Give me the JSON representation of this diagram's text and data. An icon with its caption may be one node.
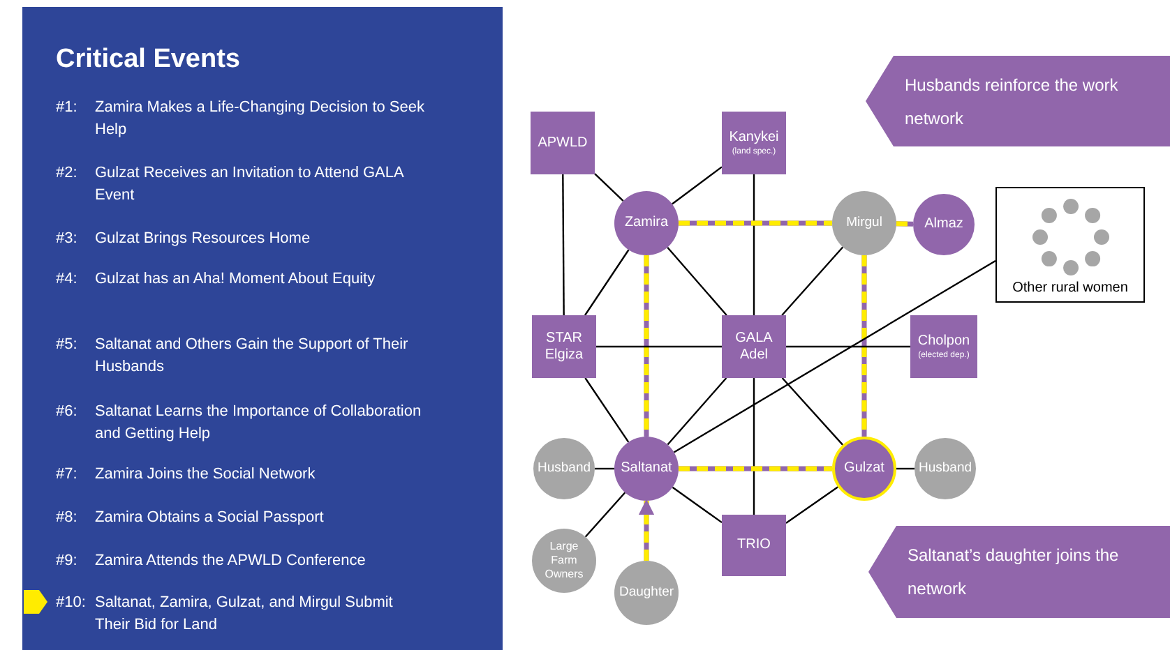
{
  "diagram": {
    "title": "Critical Events",
    "nodes": [
      {
        "text": [
          "Husbands reinforce the work network"
        ]
      },
      {
        "text": [
          "APWLD"
        ]
      },
      {
        "text": [
          "Kanykei",
          "(land spec.)"
        ]
      },
      {
        "text": [
          "Zamira"
        ]
      },
      {
        "text": [
          "Mirgul"
        ]
      },
      {
        "text": [
          "Almaz"
        ]
      },
      {
        "text": [
          "Other rural women"
        ]
      },
      {
        "text": [
          "STAR Elgiza"
        ]
      },
      {
        "text": [
          "GALA Adel"
        ]
      },
      {
        "text": [
          "Cholpon",
          "(elected dep.)"
        ]
      },
      {
        "text": [
          "Husband"
        ]
      },
      {
        "text": [
          "Saltanat"
        ]
      },
      {
        "text": [
          "Gulzat"
        ]
      },
      {
        "text": [
          "Husband"
        ]
      },
      {
        "text": [
          "TRIO"
        ]
      },
      {
        "text": [
          "Large Farm Owners"
        ]
      },
      {
        "text": [
          "Daughter"
        ]
      },
      {
        "text": [
          "Saltanat’s daughter joins the network"
        ]
      }
    ],
    "edges": [
      {
        "from": 1,
        "to": 3,
        "arrow": "none"
      },
      {
        "from": 1,
        "to": 7,
        "arrow": "none"
      },
      {
        "from": 2,
        "to": 3,
        "arrow": "none"
      },
      {
        "from": 2,
        "to": 8,
        "arrow": "none"
      },
      {
        "from": 3,
        "to": 4,
        "arrow": "none",
        "style": "dashed",
        "color": "#ffec00"
      },
      {
        "from": 3,
        "to": 7,
        "arrow": "none"
      },
      {
        "from": 3,
        "to": 8,
        "arrow": "none"
      },
      {
        "from": 3,
        "to": 11,
        "arrow": "none",
        "style": "dashed",
        "color": "#ffec00"
      },
      {
        "from": 4,
        "to": 5,
        "arrow": "none",
        "style": "dashed",
        "color": "#ffec00"
      },
      {
        "from": 4,
        "to": 8,
        "arrow": "none"
      },
      {
        "from": 4,
        "to": 12,
        "arrow": "none",
        "style": "dashed",
        "color": "#ffec00"
      },
      {
        "from": 6,
        "to": 11,
        "arrow": "none"
      },
      {
        "from": 7,
        "to": 8,
        "arrow": "none"
      },
      {
        "from": 8,
        "to": 9,
        "arrow": "none"
      },
      {
        "from": 7,
        "to": 11,
        "arrow": "none"
      },
      {
        "from": 8,
        "to": 11,
        "arrow": "none"
      },
      {
        "from": 8,
        "to": 12,
        "arrow": "none"
      },
      {
        "from": 8,
        "to": 14,
        "arrow": "none"
      },
      {
        "from": 10,
        "to": 11,
        "arrow": "none"
      },
      {
        "from": 11,
        "to": 12,
        "arrow": "none",
        "style": "dashed",
        "color": "#ffec00"
      },
      {
        "from": 12,
        "to": 13,
        "arrow": "none"
      },
      {
        "from": 11,
        "to": 14,
        "arrow": "none"
      },
      {
        "from": 14,
        "to": 12,
        "arrow": "none"
      },
      {
        "from": 15,
        "to": 11,
        "arrow": "none"
      },
      {
        "from": 16,
        "to": 11,
        "arrow": "to",
        "style": "dashed",
        "color": "#ffec00"
      }
    ],
    "labels": [
      "#1:",
      "Zamira Makes a Life-Changing Decision to Seek Help",
      "#2:",
      "Gulzat Receives an Invitation to Attend GALA Event",
      "#3:",
      "Gulzat Brings Resources Home",
      "#4:",
      "Gulzat has an Aha! Moment About Equity",
      "#5:",
      "Saltanat and Others Gain the Support of Their Husbands",
      "#6:",
      "Saltanat Learns the Importance of Collaboration and Getting Help",
      "#7:",
      "Zamira Joins the Social Network",
      "#8:",
      "Zamira Obtains a Social Passport",
      "#9:",
      "Zamira Attends the APWLD Conference",
      "#10:",
      "Saltanat, Zamira, Gulzat, and Mirgul Submit Their Bid for Land"
    ]
  }
}
